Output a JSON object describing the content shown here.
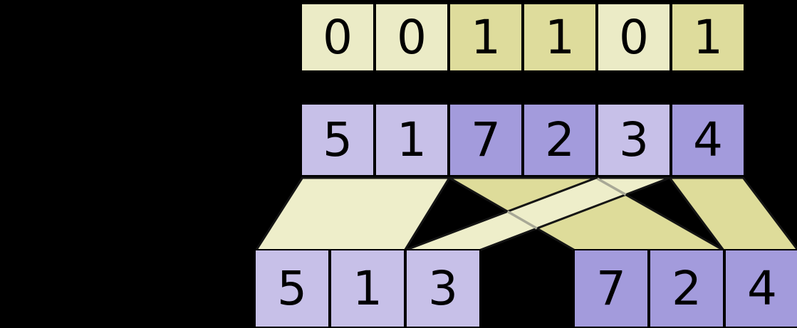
{
  "diagram": {
    "kind": "array-split-by-flag",
    "flag_row": {
      "cells": [
        "0",
        "0",
        "1",
        "1",
        "0",
        "1"
      ]
    },
    "input_row": {
      "cells": [
        "5",
        "1",
        "7",
        "2",
        "3",
        "4"
      ]
    },
    "output_left_row": {
      "cells": [
        "5",
        "1",
        "3"
      ]
    },
    "output_right_row": {
      "cells": [
        "7",
        "2",
        "4"
      ]
    },
    "groups": {
      "flag_zero_indices": [
        0,
        1,
        4
      ],
      "flag_one_indices": [
        2,
        3,
        5
      ]
    },
    "colors": {
      "background": "#000000",
      "flag_zero_cell": "#ebebc6",
      "flag_one_cell": "#dedc9c",
      "group_zero_cell": "#c7c0e8",
      "group_one_cell": "#a39bdc",
      "cell_border": "#000000",
      "digit": "#000000",
      "funnel_light": "#eeeeca",
      "funnel_dark": "#dedc9a",
      "funnel_stroke": "#141414",
      "crossing_overlap_line": "#a8a896"
    }
  }
}
